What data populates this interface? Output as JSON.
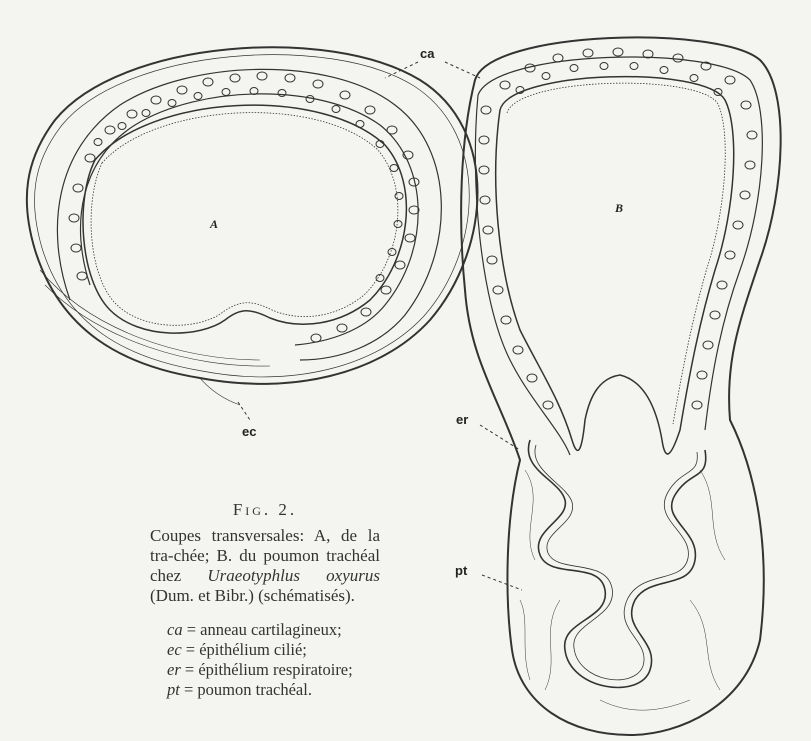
{
  "figure": {
    "panel_a": "A",
    "panel_b": "B",
    "labels": {
      "ca": "ca",
      "ec": "ec",
      "er": "er",
      "pt": "pt"
    }
  },
  "caption": {
    "title": "Fig. 2.",
    "body_1": "Coupes transversales: A, de la tra-chée; B. du poumon trachéal chez ",
    "species": "Uraeotyphlus oxyurus",
    "body_2": " (Dum. et Bibr.) (schématisés)."
  },
  "legend": [
    {
      "abbr": "ca",
      "eq": " = ",
      "text": "anneau cartilagineux;"
    },
    {
      "abbr": "ec",
      "eq": " = ",
      "text": "épithélium cilié;"
    },
    {
      "abbr": "er",
      "eq": " = ",
      "text": "épithélium respiratoire;"
    },
    {
      "abbr": "pt",
      "eq": " = ",
      "text": "poumon trachéal."
    }
  ]
}
